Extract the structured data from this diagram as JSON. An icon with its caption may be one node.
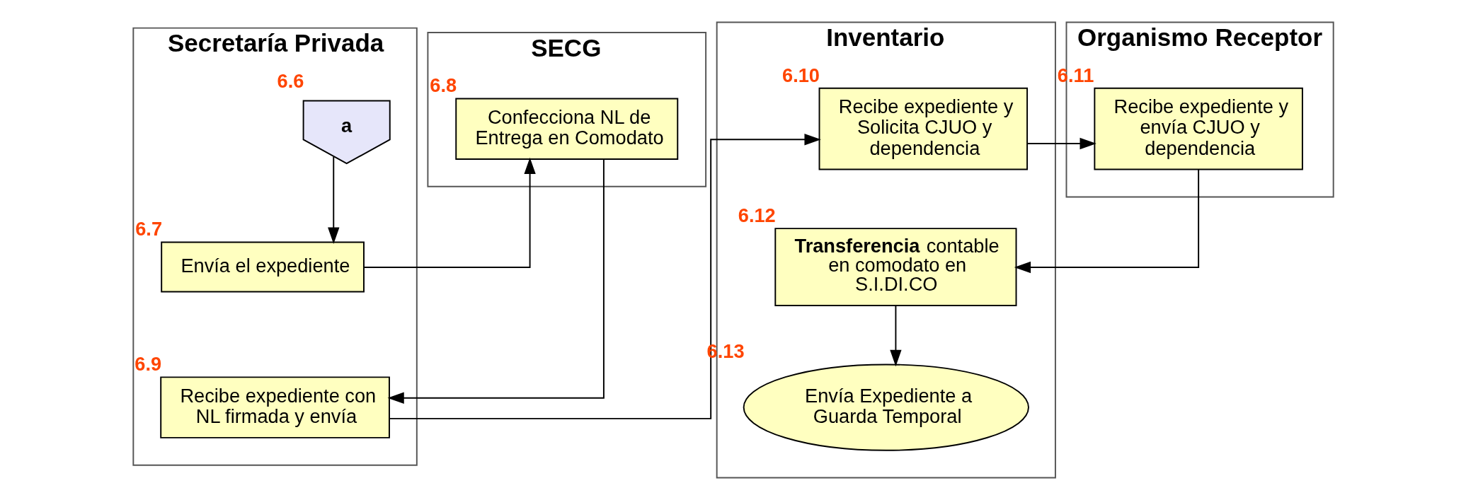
{
  "diagram": {
    "nodes": [
      {
        "text": [
          "Secretaría Privada"
        ]
      },
      {
        "text": [
          "a"
        ],
        "in": 0,
        "beside": [
          "6.6"
        ]
      },
      {
        "text": [
          "Envía el expediente"
        ],
        "in": 0,
        "beside": [
          "6.7"
        ]
      },
      {
        "text": [
          "Recibe expediente con NL firmada y envía"
        ],
        "in": 0,
        "beside": [
          "6.9"
        ]
      },
      {
        "text": [
          "SECG"
        ]
      },
      {
        "text": [
          "Confecciona NL de Entrega en Comodato"
        ],
        "in": 4,
        "beside": [
          "6.8"
        ]
      },
      {
        "text": [
          "Inventario"
        ]
      },
      {
        "text": [
          "Recibe expediente y Solicita CJUO y dependencia"
        ],
        "in": 6,
        "beside": [
          "6.10"
        ]
      },
      {
        "text": [
          "**Transferencia** contable en comodato en S.I.DI.CO"
        ],
        "in": 6,
        "beside": [
          "6.12"
        ]
      },
      {
        "text": [
          "Envía Expediente a Guarda Temporal"
        ],
        "in": 6,
        "beside": [
          "6.13"
        ]
      },
      {
        "text": [
          "Organismo Receptor"
        ]
      },
      {
        "text": [
          "Recibe expediente y envía CJUO y dependencia"
        ],
        "in": 10,
        "beside": [
          "6.11"
        ]
      }
    ],
    "edges": [
      {
        "from": 1,
        "to": 2,
        "arrow": "to"
      },
      {
        "from": 2,
        "to": 5,
        "arrow": "to"
      },
      {
        "from": 5,
        "to": 3,
        "arrow": "to"
      },
      {
        "from": 3,
        "to": 7,
        "arrow": "to"
      },
      {
        "from": 7,
        "to": 11,
        "arrow": "to"
      },
      {
        "from": 11,
        "to": 8,
        "arrow": "to"
      },
      {
        "from": 8,
        "to": 9,
        "arrow": "to"
      }
    ]
  }
}
